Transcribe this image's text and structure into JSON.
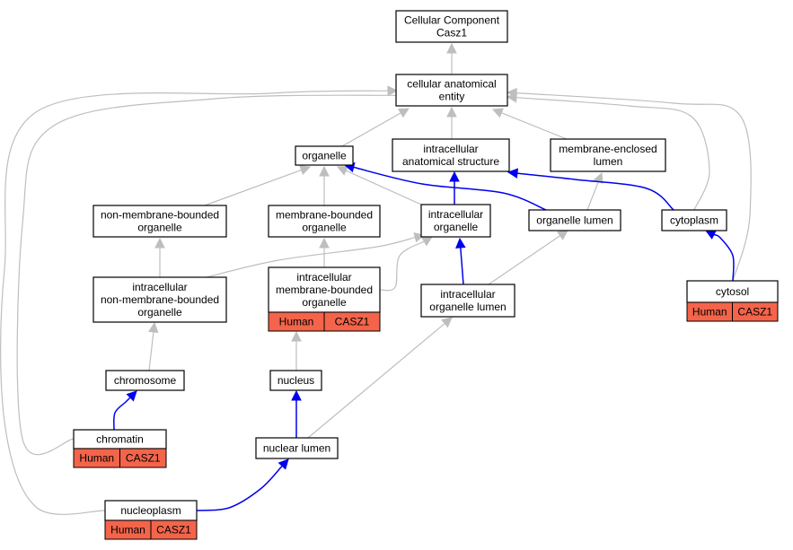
{
  "diagram": {
    "colors": {
      "is_a_edge": "#bebebe",
      "part_of_edge": "#0000ee",
      "annotation_fill": "#f4644a"
    },
    "nodes": [
      {
        "id": "root",
        "lines": [
          "Cellular Component",
          "Casz1"
        ]
      },
      {
        "id": "cae",
        "lines": [
          "cellular anatomical",
          "entity"
        ]
      },
      {
        "id": "organelle",
        "lines": [
          "organelle"
        ]
      },
      {
        "id": "ias",
        "lines": [
          "intracellular",
          "anatomical structure"
        ]
      },
      {
        "id": "mel",
        "lines": [
          "membrane-enclosed",
          "lumen"
        ]
      },
      {
        "id": "nmbo",
        "lines": [
          "non-membrane-bounded",
          "organelle"
        ]
      },
      {
        "id": "mbo",
        "lines": [
          "membrane-bounded",
          "organelle"
        ]
      },
      {
        "id": "io",
        "lines": [
          "intracellular",
          "organelle"
        ]
      },
      {
        "id": "ol",
        "lines": [
          "organelle lumen"
        ]
      },
      {
        "id": "cyto",
        "lines": [
          "cytoplasm"
        ]
      },
      {
        "id": "inmbo",
        "lines": [
          "intracellular",
          "non-membrane-bounded",
          "organelle"
        ]
      },
      {
        "id": "imbo",
        "lines": [
          "intracellular",
          "membrane-bounded",
          "organelle"
        ],
        "annotations": [
          "Human",
          "CASZ1"
        ]
      },
      {
        "id": "iol",
        "lines": [
          "intracellular",
          "organelle lumen"
        ]
      },
      {
        "id": "cytosol",
        "lines": [
          "cytosol"
        ],
        "annotations": [
          "Human",
          "CASZ1"
        ]
      },
      {
        "id": "chromosome",
        "lines": [
          "chromosome"
        ]
      },
      {
        "id": "nucleus",
        "lines": [
          "nucleus"
        ]
      },
      {
        "id": "chromatin",
        "lines": [
          "chromatin"
        ],
        "annotations": [
          "Human",
          "CASZ1"
        ]
      },
      {
        "id": "nl",
        "lines": [
          "nuclear lumen"
        ]
      },
      {
        "id": "nucleoplasm",
        "lines": [
          "nucleoplasm"
        ],
        "annotations": [
          "Human",
          "CASZ1"
        ]
      }
    ],
    "edges": [
      {
        "from": "cae",
        "to": "root",
        "type": "is_a"
      },
      {
        "from": "organelle",
        "to": "cae",
        "type": "is_a"
      },
      {
        "from": "ias",
        "to": "cae",
        "type": "is_a"
      },
      {
        "from": "mel",
        "to": "cae",
        "type": "is_a"
      },
      {
        "from": "cyto",
        "to": "cae",
        "type": "is_a"
      },
      {
        "from": "cytosol",
        "to": "cae",
        "type": "is_a"
      },
      {
        "from": "chromatin",
        "to": "cae",
        "type": "is_a"
      },
      {
        "from": "nucleoplasm",
        "to": "cae",
        "type": "is_a"
      },
      {
        "from": "nmbo",
        "to": "organelle",
        "type": "is_a"
      },
      {
        "from": "mbo",
        "to": "organelle",
        "type": "is_a"
      },
      {
        "from": "io",
        "to": "organelle",
        "type": "is_a"
      },
      {
        "from": "ol",
        "to": "organelle",
        "type": "part_of"
      },
      {
        "from": "io",
        "to": "ias",
        "type": "part_of"
      },
      {
        "from": "ol",
        "to": "mel",
        "type": "is_a"
      },
      {
        "from": "cyto",
        "to": "ias",
        "type": "part_of"
      },
      {
        "from": "inmbo",
        "to": "nmbo",
        "type": "is_a"
      },
      {
        "from": "inmbo",
        "to": "io",
        "type": "is_a"
      },
      {
        "from": "imbo",
        "to": "mbo",
        "type": "is_a"
      },
      {
        "from": "imbo",
        "to": "io",
        "type": "is_a"
      },
      {
        "from": "iol",
        "to": "io",
        "type": "part_of"
      },
      {
        "from": "iol",
        "to": "ol",
        "type": "is_a"
      },
      {
        "from": "cytosol",
        "to": "cyto",
        "type": "part_of"
      },
      {
        "from": "chromosome",
        "to": "inmbo",
        "type": "is_a"
      },
      {
        "from": "nucleus",
        "to": "imbo",
        "type": "is_a"
      },
      {
        "from": "chromatin",
        "to": "chromosome",
        "type": "part_of"
      },
      {
        "from": "nl",
        "to": "nucleus",
        "type": "part_of"
      },
      {
        "from": "nl",
        "to": "iol",
        "type": "is_a"
      },
      {
        "from": "nucleoplasm",
        "to": "nl",
        "type": "part_of"
      }
    ]
  }
}
